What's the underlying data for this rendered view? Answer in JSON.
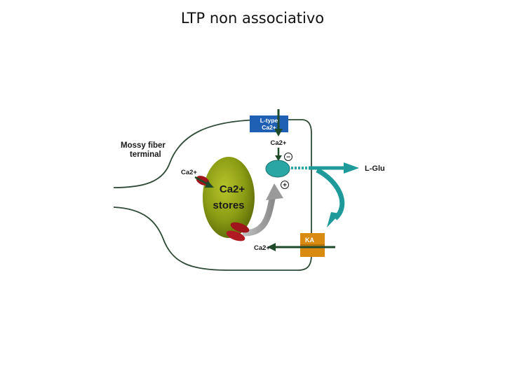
{
  "title": "LTP non associativo",
  "labels": {
    "mossy_fiber": [
      "Mossy fiber",
      "terminal"
    ],
    "ltype": [
      "L-type",
      "Ca2+"
    ],
    "ca_top": "Ca2+",
    "ca_left": "Ca2+",
    "stores": [
      "Ca2+",
      "stores"
    ],
    "l_glu": "L-Glu",
    "ka": "KA",
    "ca_bottom": "Ca2+",
    "minus": "−",
    "plus": "+"
  },
  "colors": {
    "membrane": "#2f4a36",
    "ltype_channel": "#1f5fb4",
    "store": "#7a8c10",
    "receptor": "#a0141c",
    "vesicle": "#2aa7a4",
    "glu_arrow": "#1e9a9a",
    "ka_channel": "#d98a10",
    "gray_arrow": "#9a9a9a",
    "dark_arrow": "#1e4a2a"
  }
}
